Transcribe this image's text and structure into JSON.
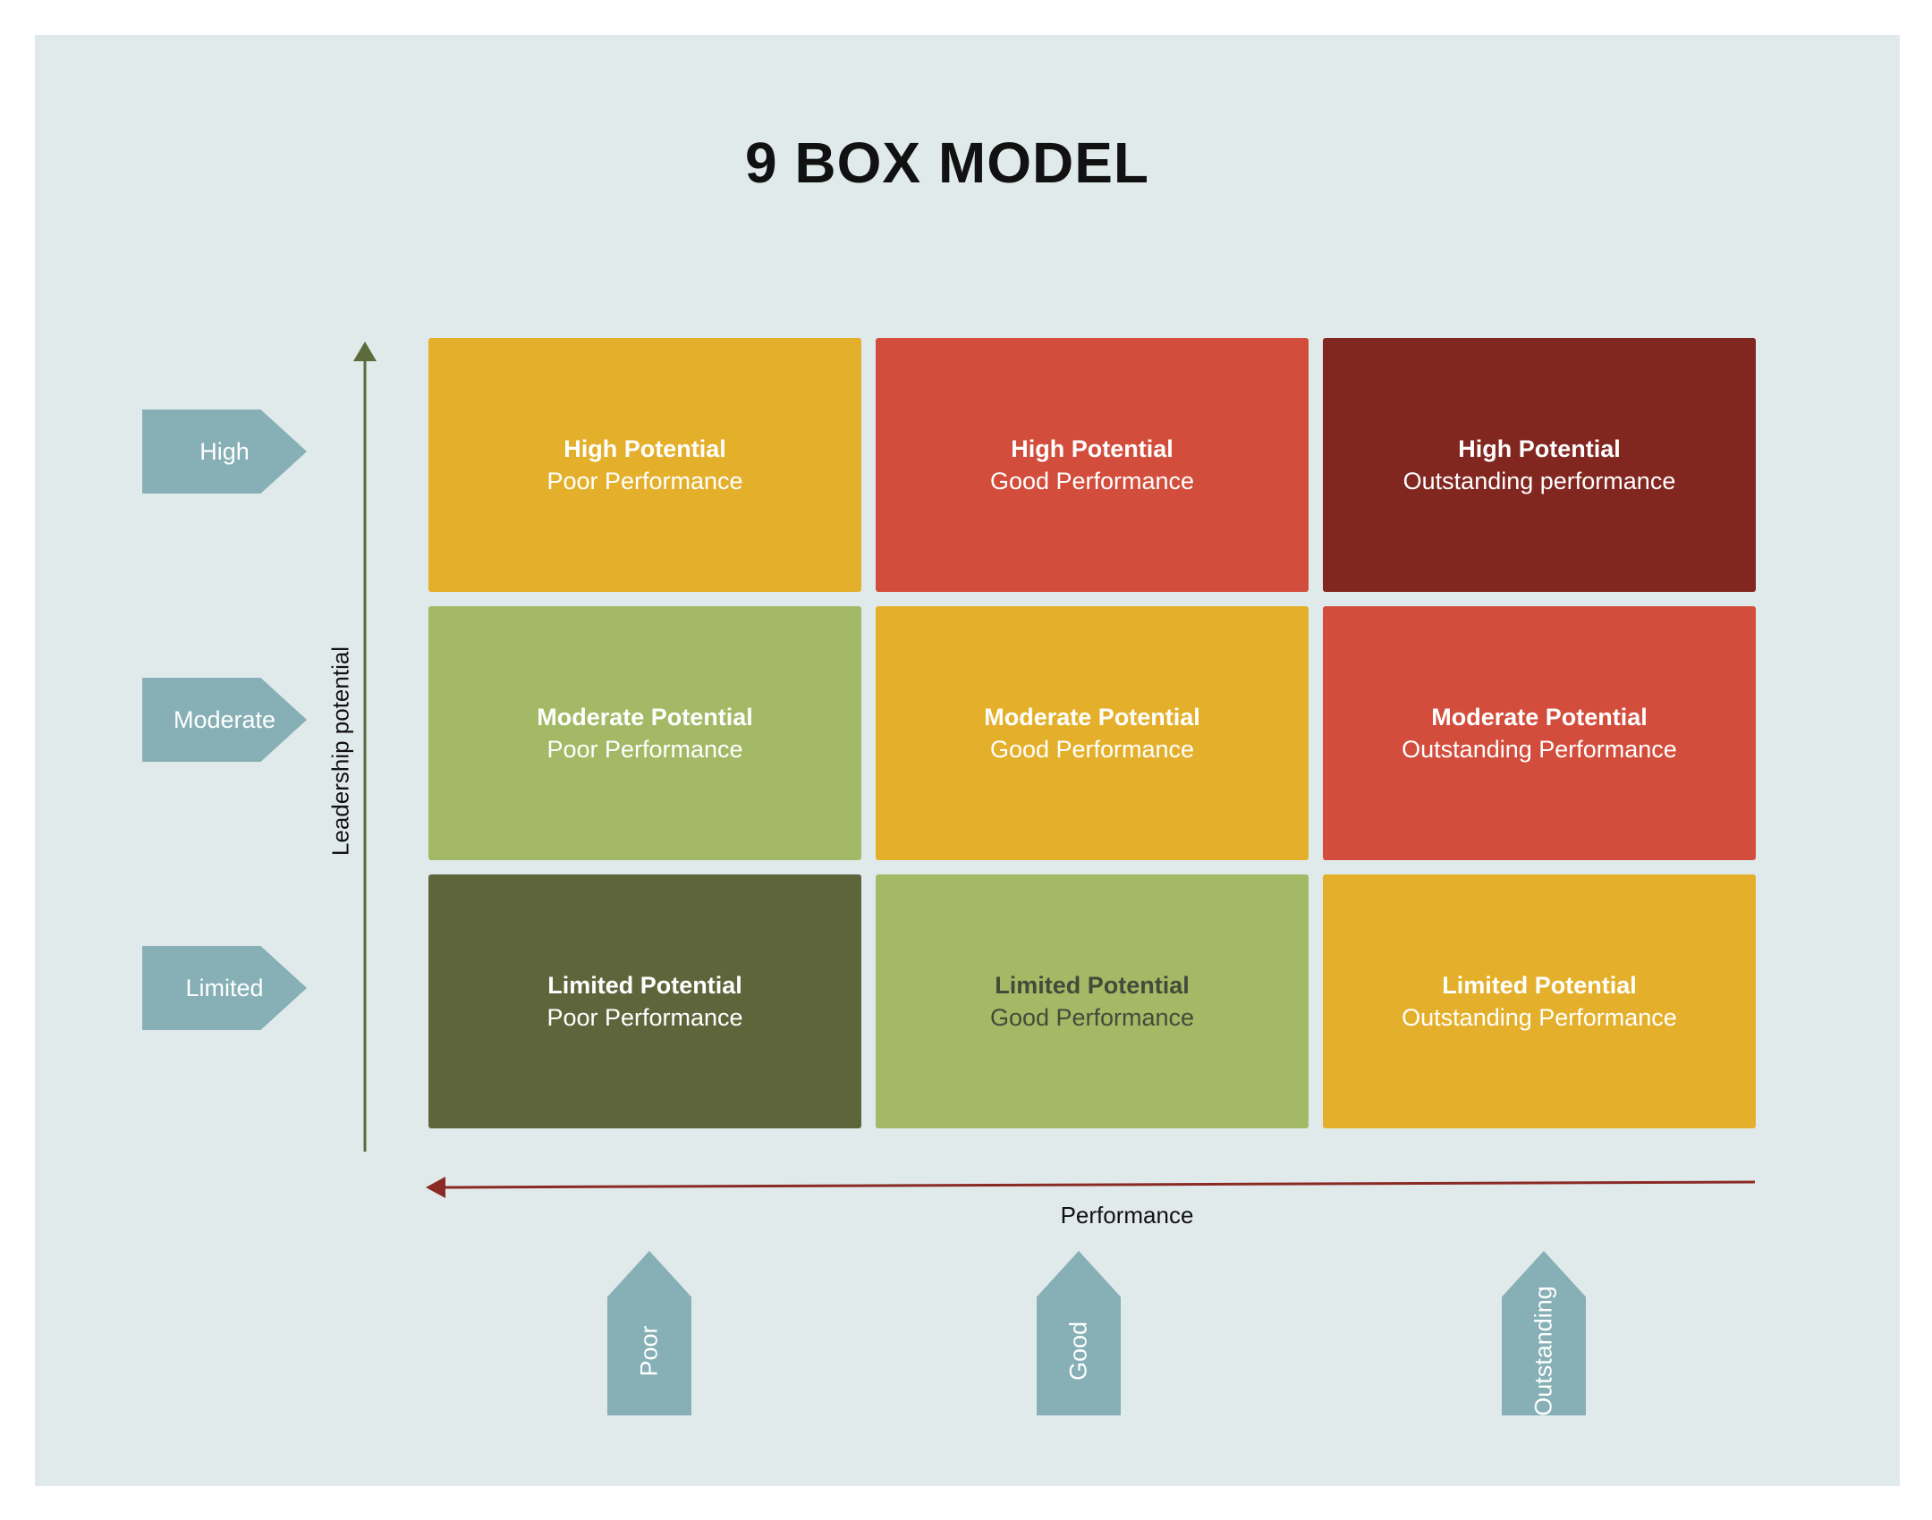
{
  "title": "9 BOX MODEL",
  "colors": {
    "yellow": "#e4b02c",
    "red": "#d34d3c",
    "dark_red": "#822620",
    "light_green": "#a4b965",
    "olive": "#5f653b",
    "tag": "#86b0b5",
    "background": "#e1eaeb",
    "y_axis": "#5d6a3c",
    "x_axis": "#8a2a25"
  },
  "axes": {
    "y_label": "Leadership potential",
    "x_label": "Performance"
  },
  "row_tags": [
    "High",
    "Moderate",
    "Limited"
  ],
  "col_tags": [
    "Poor",
    "Good",
    "Outstanding"
  ],
  "grid": [
    [
      {
        "title": "High Potential",
        "subtitle": "Poor Performance",
        "color": "#e4b02c"
      },
      {
        "title": "High Potential",
        "subtitle": "Good Performance",
        "color": "#d34d3c"
      },
      {
        "title": "High Potential",
        "subtitle": "Outstanding performance",
        "color": "#822620"
      }
    ],
    [
      {
        "title": "Moderate Potential",
        "subtitle": "Poor Performance",
        "color": "#a4b965"
      },
      {
        "title": "Moderate Potential",
        "subtitle": "Good Performance",
        "color": "#e4b02c"
      },
      {
        "title": "Moderate Potential",
        "subtitle": "Outstanding Performance",
        "color": "#d34d3c"
      }
    ],
    [
      {
        "title": "Limited Potential",
        "subtitle": "Poor Performance",
        "color": "#5f653b"
      },
      {
        "title": "Limited Potential",
        "subtitle": "Good Performance",
        "color": "#a4b965"
      },
      {
        "title": "Limited Potential",
        "subtitle": "Outstanding Performance",
        "color": "#e4b02c"
      }
    ]
  ]
}
